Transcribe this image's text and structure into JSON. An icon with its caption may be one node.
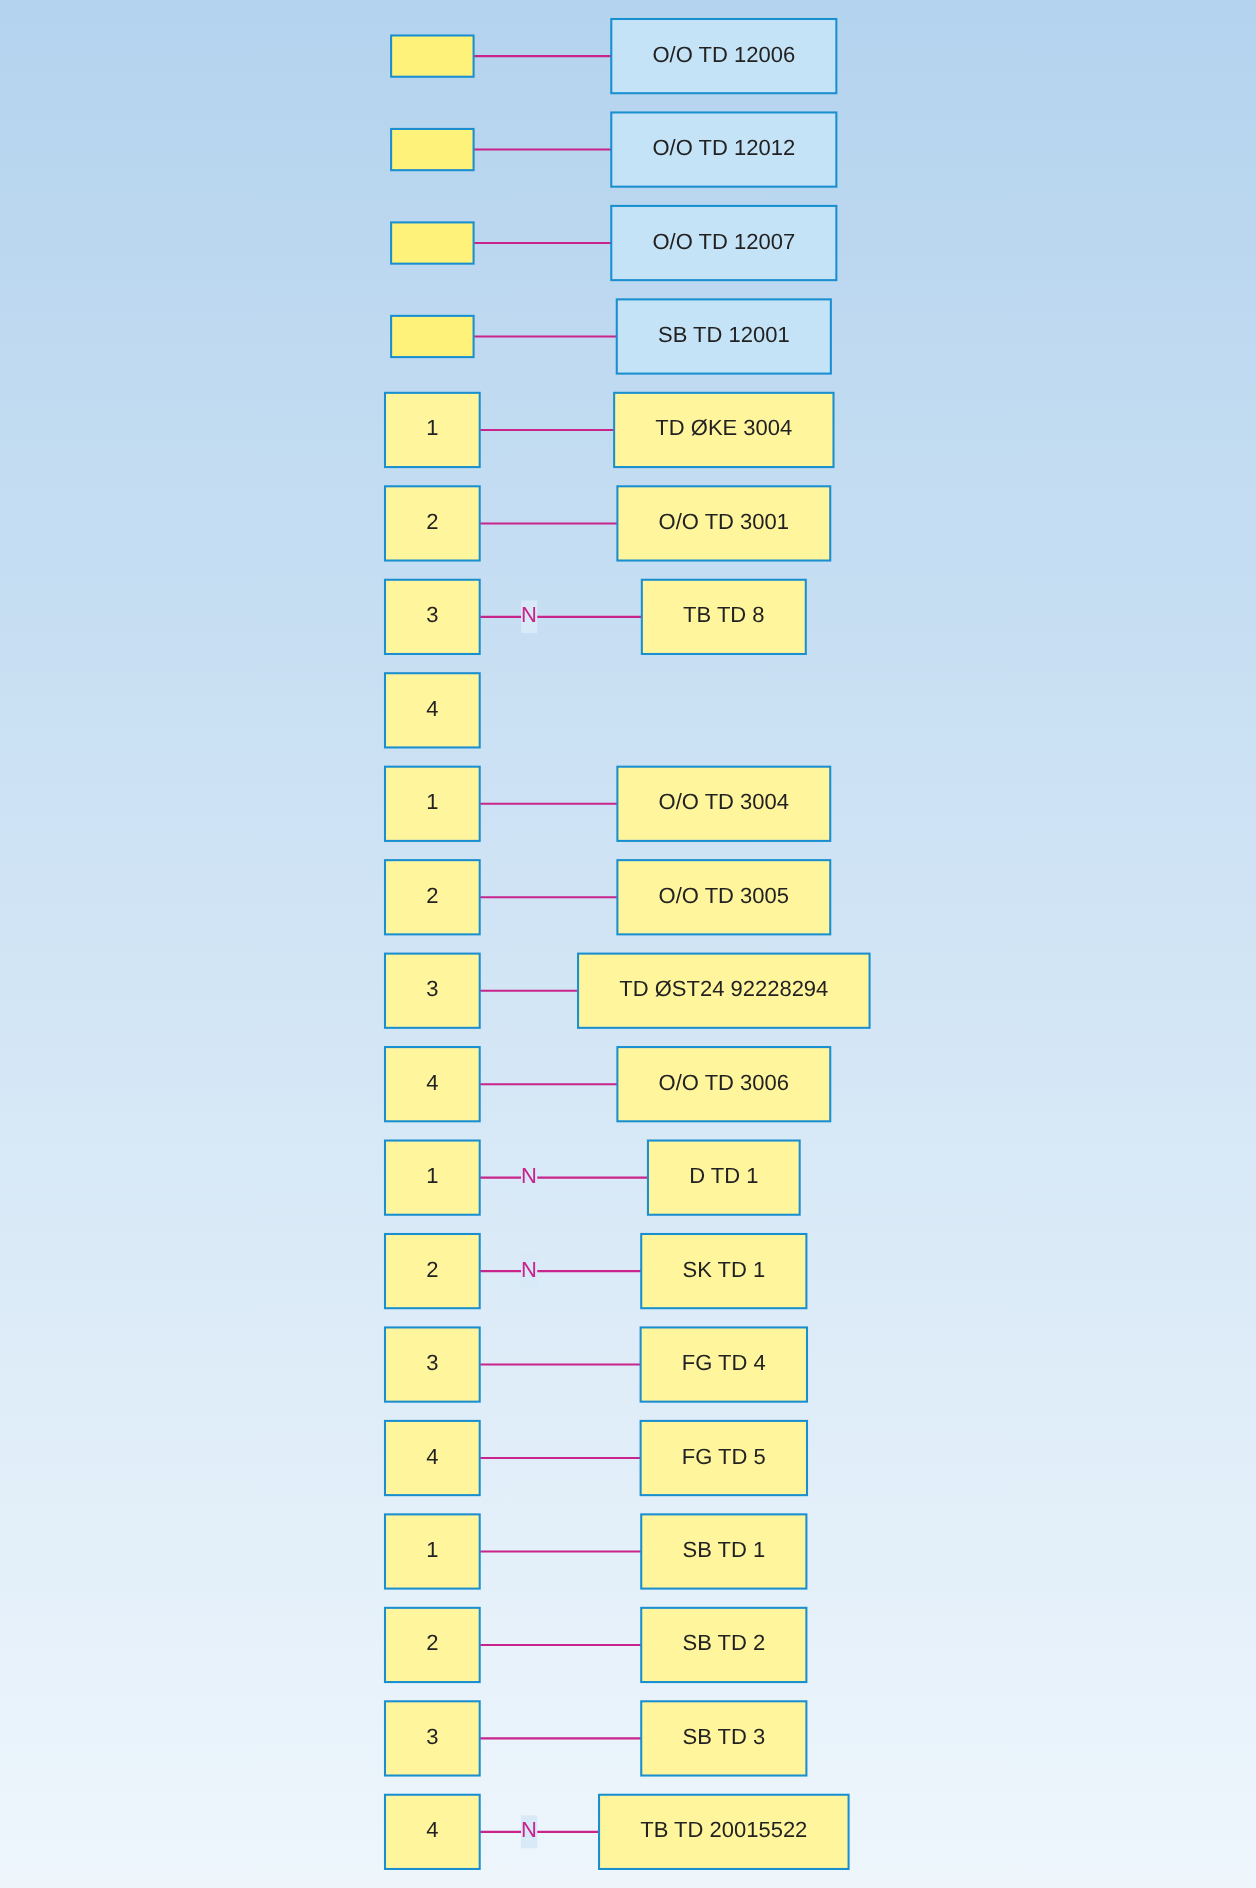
{
  "diagram": {
    "nodes": [
      {
        "text": [],
        "shape": "box"
      },
      {
        "text": [],
        "shape": "box"
      },
      {
        "text": [],
        "shape": "box"
      },
      {
        "text": [],
        "shape": "box"
      },
      {
        "text": [
          "O/O TD 12006"
        ]
      },
      {
        "text": [
          "1"
        ]
      },
      {
        "text": [
          "2"
        ]
      },
      {
        "text": [
          "3"
        ]
      },
      {
        "text": [
          "4"
        ]
      },
      {
        "text": [
          "TD ØKE 3004"
        ]
      },
      {
        "text": [
          "O/O TD 3001"
        ]
      },
      {
        "text": [
          "TB TD 8"
        ]
      },
      {
        "text": [
          "O/O TD 12012"
        ]
      },
      {
        "text": [
          "1"
        ]
      },
      {
        "text": [
          "2"
        ]
      },
      {
        "text": [
          "3"
        ]
      },
      {
        "text": [
          "4"
        ]
      },
      {
        "text": [
          "O/O TD 3004"
        ]
      },
      {
        "text": [
          "O/O TD 3005"
        ]
      },
      {
        "text": [
          "TD ØST24 92228294"
        ]
      },
      {
        "text": [
          "O/O TD 3006"
        ]
      },
      {
        "text": [
          "O/O TD 12007"
        ]
      },
      {
        "text": [
          "1"
        ]
      },
      {
        "text": [
          "2"
        ]
      },
      {
        "text": [
          "3"
        ]
      },
      {
        "text": [
          "4"
        ]
      },
      {
        "text": [
          "D TD 1"
        ]
      },
      {
        "text": [
          "SK TD 1"
        ]
      },
      {
        "text": [
          "FG TD 4"
        ]
      },
      {
        "text": [
          "FG TD 5"
        ]
      },
      {
        "text": [
          "SB TD 12001"
        ]
      },
      {
        "text": [
          "1"
        ]
      },
      {
        "text": [
          "2"
        ]
      },
      {
        "text": [
          "3"
        ]
      },
      {
        "text": [
          "4"
        ]
      },
      {
        "text": [
          "SB TD 1"
        ]
      },
      {
        "text": [
          "SB TD 2"
        ]
      },
      {
        "text": [
          "SB TD 3"
        ]
      },
      {
        "text": [
          "TB TD 20015522"
        ]
      }
    ],
    "edges": [
      {
        "from": 0,
        "to": 4,
        "arrow": "none"
      },
      {
        "from": 1,
        "to": 12,
        "arrow": "none"
      },
      {
        "from": 2,
        "to": 21,
        "arrow": "none"
      },
      {
        "from": 3,
        "to": 30,
        "arrow": "none"
      },
      {
        "from": 5,
        "to": 9,
        "arrow": "none"
      },
      {
        "from": 6,
        "to": 10,
        "arrow": "none"
      },
      {
        "from": 7,
        "to": 11,
        "arrow": "none",
        "label": "N"
      },
      {
        "from": 13,
        "to": 17,
        "arrow": "none"
      },
      {
        "from": 14,
        "to": 18,
        "arrow": "none"
      },
      {
        "from": 15,
        "to": 19,
        "arrow": "none"
      },
      {
        "from": 16,
        "to": 20,
        "arrow": "none"
      },
      {
        "from": 22,
        "to": 26,
        "arrow": "none",
        "label": "N"
      },
      {
        "from": 23,
        "to": 27,
        "arrow": "none",
        "label": "N"
      },
      {
        "from": 24,
        "to": 28,
        "arrow": "none"
      },
      {
        "from": 25,
        "to": 29,
        "arrow": "none"
      },
      {
        "from": 31,
        "to": 35,
        "arrow": "none"
      },
      {
        "from": 32,
        "to": 36,
        "arrow": "none"
      },
      {
        "from": 33,
        "to": 37,
        "arrow": "none"
      },
      {
        "from": 34,
        "to": 38,
        "arrow": "none",
        "label": "N"
      }
    ]
  }
}
